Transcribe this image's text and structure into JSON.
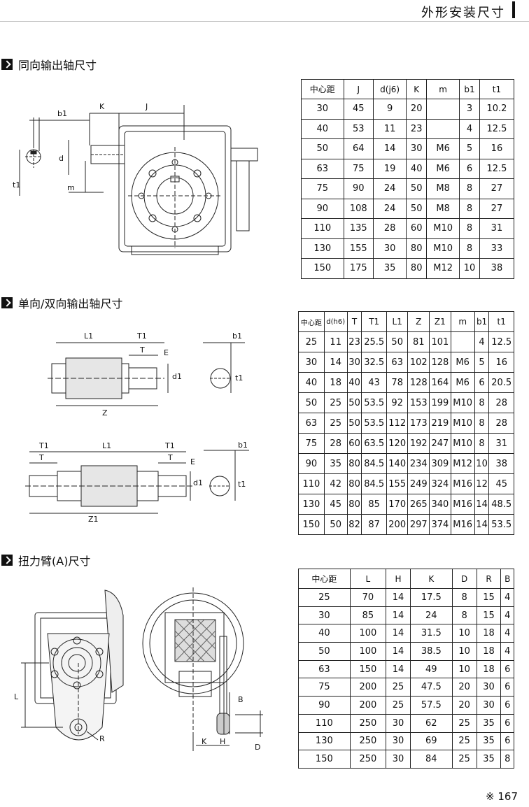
{
  "header": {
    "title": "外形安装尺寸"
  },
  "sections": [
    {
      "title": "同向输出轴尺寸"
    },
    {
      "title": "单向/双向输出轴尺寸"
    },
    {
      "title": "扭力臂(A)尺寸"
    }
  ],
  "drawing_labels": {
    "d1": [
      "b1",
      "K",
      "J",
      "d",
      "t1",
      "m"
    ],
    "d2": [
      "L1",
      "T1",
      "T",
      "E",
      "d1",
      "Z",
      "b1",
      "t1"
    ],
    "d3": [
      "T1",
      "L1",
      "T1",
      "T",
      "T",
      "E",
      "d1",
      "Z1",
      "b1",
      "t1"
    ],
    "d4": [
      "L",
      "R"
    ],
    "d5": [
      "B",
      "K",
      "H",
      "D"
    ]
  },
  "table1": {
    "headers": [
      "中心距",
      "J",
      "d(j6)",
      "K",
      "m",
      "b1",
      "t1"
    ],
    "rows": [
      [
        "30",
        "45",
        "9",
        "20",
        "",
        "3",
        "10.2"
      ],
      [
        "40",
        "53",
        "11",
        "23",
        "",
        "4",
        "12.5"
      ],
      [
        "50",
        "64",
        "14",
        "30",
        "M6",
        "5",
        "16"
      ],
      [
        "63",
        "75",
        "19",
        "40",
        "M6",
        "6",
        "12.5"
      ],
      [
        "75",
        "90",
        "24",
        "50",
        "M8",
        "8",
        "27"
      ],
      [
        "90",
        "108",
        "24",
        "50",
        "M8",
        "8",
        "27"
      ],
      [
        "110",
        "135",
        "28",
        "60",
        "M10",
        "8",
        "31"
      ],
      [
        "130",
        "155",
        "30",
        "80",
        "M10",
        "8",
        "33"
      ],
      [
        "150",
        "175",
        "35",
        "80",
        "M12",
        "10",
        "38"
      ]
    ]
  },
  "table2": {
    "headers": [
      "中心距",
      "d(h6)",
      "T",
      "T1",
      "L1",
      "Z",
      "Z1",
      "m",
      "b1",
      "t1"
    ],
    "rows": [
      [
        "25",
        "11",
        "23",
        "25.5",
        "50",
        "81",
        "101",
        "",
        "4",
        "12.5"
      ],
      [
        "30",
        "14",
        "30",
        "32.5",
        "63",
        "102",
        "128",
        "M6",
        "5",
        "16"
      ],
      [
        "40",
        "18",
        "40",
        "43",
        "78",
        "128",
        "164",
        "M6",
        "6",
        "20.5"
      ],
      [
        "50",
        "25",
        "50",
        "53.5",
        "92",
        "153",
        "199",
        "M10",
        "8",
        "28"
      ],
      [
        "63",
        "25",
        "50",
        "53.5",
        "112",
        "173",
        "219",
        "M10",
        "8",
        "28"
      ],
      [
        "75",
        "28",
        "60",
        "63.5",
        "120",
        "192",
        "247",
        "M10",
        "8",
        "31"
      ],
      [
        "90",
        "35",
        "80",
        "84.5",
        "140",
        "234",
        "309",
        "M12",
        "10",
        "38"
      ],
      [
        "110",
        "42",
        "80",
        "84.5",
        "155",
        "249",
        "324",
        "M16",
        "12",
        "45"
      ],
      [
        "130",
        "45",
        "80",
        "85",
        "170",
        "265",
        "340",
        "M16",
        "14",
        "48.5"
      ],
      [
        "150",
        "50",
        "82",
        "87",
        "200",
        "297",
        "374",
        "M16",
        "14",
        "53.5"
      ]
    ]
  },
  "table3": {
    "headers": [
      "中心距",
      "L",
      "H",
      "K",
      "D",
      "R",
      "B"
    ],
    "rows": [
      [
        "25",
        "70",
        "14",
        "17.5",
        "8",
        "15",
        "4"
      ],
      [
        "30",
        "85",
        "14",
        "24",
        "8",
        "15",
        "4"
      ],
      [
        "40",
        "100",
        "14",
        "31.5",
        "10",
        "18",
        "4"
      ],
      [
        "50",
        "100",
        "14",
        "38.5",
        "10",
        "18",
        "4"
      ],
      [
        "63",
        "150",
        "14",
        "49",
        "10",
        "18",
        "6"
      ],
      [
        "75",
        "200",
        "25",
        "47.5",
        "20",
        "30",
        "6"
      ],
      [
        "90",
        "200",
        "25",
        "57.5",
        "20",
        "30",
        "6"
      ],
      [
        "110",
        "250",
        "30",
        "62",
        "25",
        "35",
        "6"
      ],
      [
        "130",
        "250",
        "30",
        "69",
        "25",
        "35",
        "6"
      ],
      [
        "150",
        "250",
        "30",
        "84",
        "25",
        "35",
        "8"
      ]
    ]
  },
  "footer": {
    "page": "※ 167"
  }
}
